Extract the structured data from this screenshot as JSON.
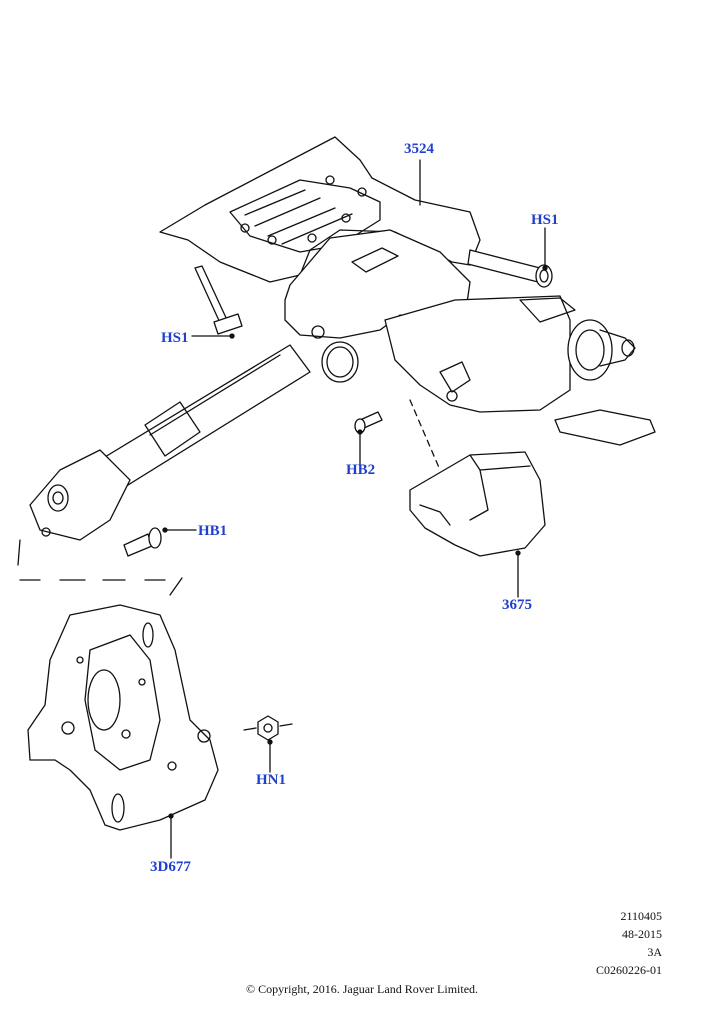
{
  "labels": {
    "p3524": "3524",
    "hs1_right": "HS1",
    "hs1_left": "HS1",
    "hb2": "HB2",
    "hb1": "HB1",
    "p3675": "3675",
    "hn1": "HN1",
    "p3d677": "3D677"
  },
  "meta": {
    "line1": "2110405",
    "line2": "48-2015",
    "line3": "3A",
    "line4": "C0260226-01"
  },
  "copyright": "© Copyright, 2016. Jaguar Land Rover Limited.",
  "colors": {
    "label": "#1f3fd0",
    "line": "#111111"
  }
}
